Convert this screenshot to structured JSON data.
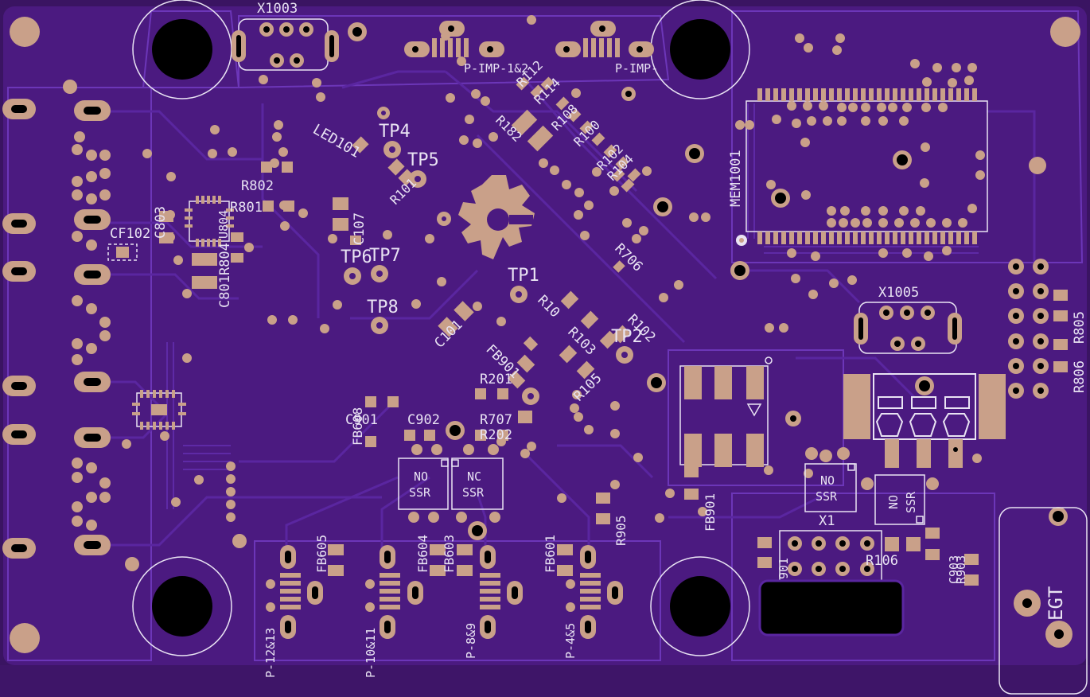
{
  "colors": {
    "board": "#4b1a80",
    "board_dark": "#3a1462",
    "trace": "#5a26a0",
    "trace_edge": "#6c36b8",
    "pad": "#c9a089",
    "silk": "#e9e3f3",
    "hole": "#000000"
  },
  "silkscreen_labels": {
    "x1003": "X1003",
    "p_imp_1": "P-IMP-1&2",
    "p_imp_2": "P-IMP-",
    "r112": "R112",
    "r114": "R114",
    "r108": "R108",
    "r100": "R100",
    "r102": "R102",
    "r104": "R104",
    "r182": "R182",
    "led101": "LED101",
    "tp4": "TP4",
    "tp5": "TP5",
    "r101": "R101",
    "r802": "R802",
    "r801": "R801",
    "c803": "C803",
    "u804": "U804",
    "c801r804": "C801R804",
    "cf102": "CF102",
    "c107": "C107",
    "tp6": "TP6",
    "tp7": "TP7",
    "tp8": "TP8",
    "tp1": "TP1",
    "tp2": "TP2",
    "r103": "R103",
    "r10": "R10",
    "r105": "R105",
    "r106_top": "R102",
    "c101": "C101",
    "fb901": "FB901",
    "r201": "R201",
    "r707": "R707",
    "r202": "R202",
    "fb608": "FB608",
    "c901": "C901",
    "c902": "C902",
    "no_ssr_1": [
      "NO",
      "SSR"
    ],
    "nc_ssr": [
      "NC",
      "SSR"
    ],
    "no_ssr_2": [
      "NO",
      "SSR"
    ],
    "no_ssr_3": [
      "NO",
      "SSR"
    ],
    "fb605": "FB605",
    "fb604": "FB604",
    "fb603": "FB603",
    "fb601": "FB601",
    "r905": "R905",
    "fb901b": "FB901",
    "mem": "MEM1001",
    "x1005": "X1005",
    "r805": "R805",
    "r806": "R806",
    "x1": "X1",
    "r106": "R106",
    "r901": "901",
    "r903": "R903",
    "c903": "C903",
    "egt": "EGT",
    "p12_13": "P-12&13",
    "p10_11": "P-10&11",
    "p8_9": "P-8&9",
    "p4_5": "P-4&5",
    "r706": "R706"
  }
}
